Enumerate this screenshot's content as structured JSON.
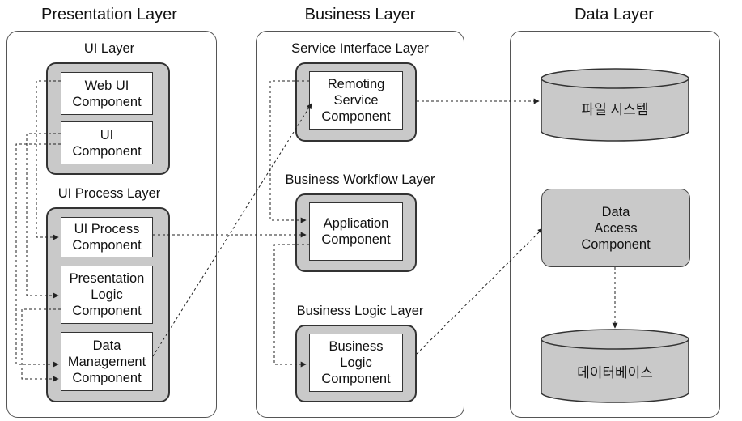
{
  "columns": {
    "presentation": "Presentation Layer",
    "business": "Business Layer",
    "data": "Data Layer"
  },
  "presentation": {
    "ui_layer": "UI Layer",
    "web_ui": "Web UI\nComponent",
    "ui_component": "UI\nComponent",
    "ui_process_layer": "UI Process Layer",
    "ui_process": "UI Process\nComponent",
    "presentation_logic": "Presentation\nLogic\nComponent",
    "data_management": "Data\nManagement\nComponent"
  },
  "business": {
    "service_interface_layer": "Service Interface Layer",
    "remoting": "Remoting\nService\nComponent",
    "workflow_layer": "Business Workflow Layer",
    "application": "Application\nComponent",
    "logic_layer": "Business Logic Layer",
    "business_logic": "Business\nLogic\nComponent"
  },
  "data": {
    "file_system": "파일 시스템",
    "data_access": "Data\nAccess\nComponent",
    "database": "데이터베이스"
  }
}
